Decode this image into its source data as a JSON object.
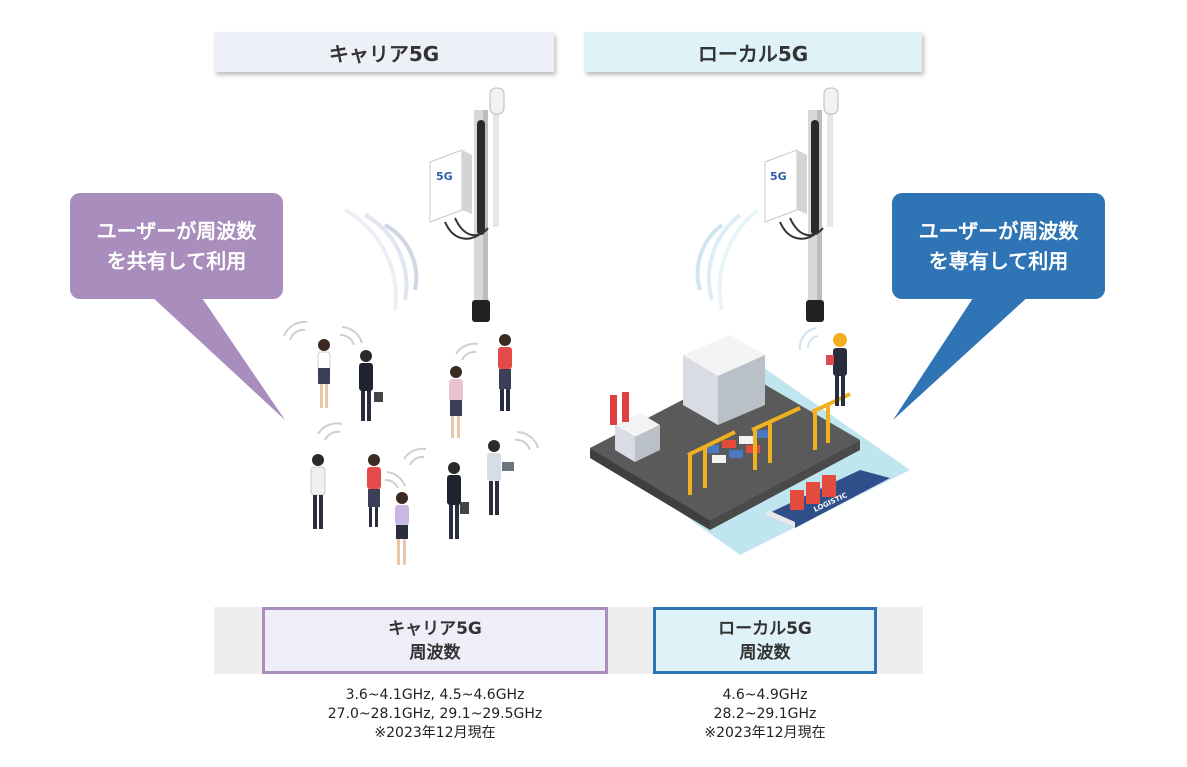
{
  "carrier": {
    "title": "キャリア5G",
    "bubble_line1": "ユーザーが周波数",
    "bubble_line2": "を共有して利用",
    "freq_title": "キャリア5G",
    "freq_sub": "周波数",
    "freq_line1": "3.6~4.1GHz, 4.5~4.6GHz",
    "freq_line2": "27.0~28.1GHz, 29.1~29.5GHz",
    "freq_note": "※2023年12月現在",
    "antenna_label": "5G"
  },
  "local": {
    "title": "ローカル5G",
    "bubble_line1": "ユーザーが周波数",
    "bubble_line2": "を専有して利用",
    "freq_title": "ローカル5G",
    "freq_sub": "周波数",
    "freq_line1": "4.6~4.9GHz",
    "freq_line2": "28.2~29.1GHz",
    "freq_note": "※2023年12月現在",
    "antenna_label": "5G",
    "ship_label": "LOGISTIC"
  },
  "colors": {
    "carrier_accent": "#a88dbd",
    "local_accent": "#2f74b5",
    "carrier_bg": "#eef0f8",
    "local_bg": "#dff2f8"
  }
}
